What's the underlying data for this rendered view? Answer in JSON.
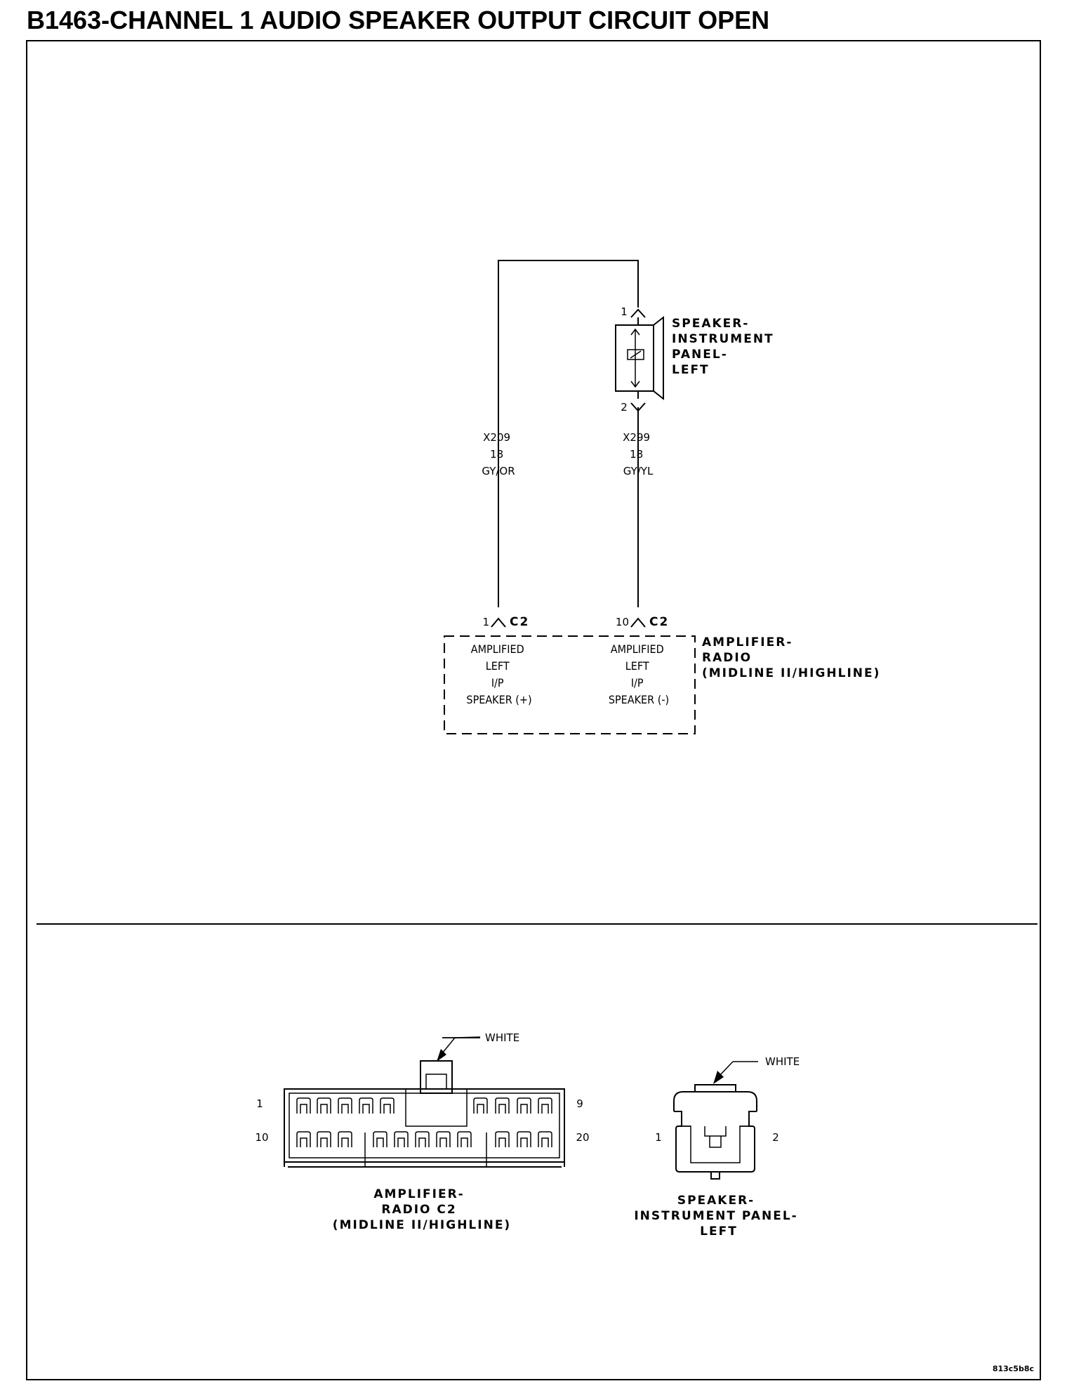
{
  "title": "B1463-CHANNEL 1 AUDIO SPEAKER OUTPUT CIRCUIT OPEN",
  "speaker": {
    "label_lines": [
      "SPEAKER-",
      "INSTRUMENT",
      "PANEL-",
      "LEFT"
    ],
    "pin_top": "1",
    "pin_bottom": "2"
  },
  "wires": [
    {
      "circuit": "X209",
      "gauge": "18",
      "color": "GY/OR"
    },
    {
      "circuit": "X299",
      "gauge": "18",
      "color": "GY/YL"
    }
  ],
  "amplifier": {
    "label_lines": [
      "AMPLIFIER-",
      "RADIO",
      "(MIDLINE II/HIGHLINE)"
    ],
    "pins": [
      {
        "pin": "1",
        "connector": "C2",
        "function_lines": [
          "AMPLIFIED",
          "LEFT",
          "I/P",
          "SPEAKER (+)"
        ]
      },
      {
        "pin": "10",
        "connector": "C2",
        "function_lines": [
          "AMPLIFIED",
          "LEFT",
          "I/P",
          "SPEAKER (-)"
        ]
      }
    ]
  },
  "connector_views": [
    {
      "color_label": "WHITE",
      "row_labels": {
        "top_left": "1",
        "top_right": "9",
        "bottom_left": "10",
        "bottom_right": "20"
      },
      "label_lines": [
        "AMPLIFIER-",
        "RADIO C2",
        "(MIDLINE II/HIGHLINE)"
      ]
    },
    {
      "color_label": "WHITE",
      "pin_left": "1",
      "pin_right": "2",
      "label_lines": [
        "SPEAKER-",
        "INSTRUMENT PANEL-",
        "LEFT"
      ]
    }
  ],
  "figure_code": "813c5b8c"
}
